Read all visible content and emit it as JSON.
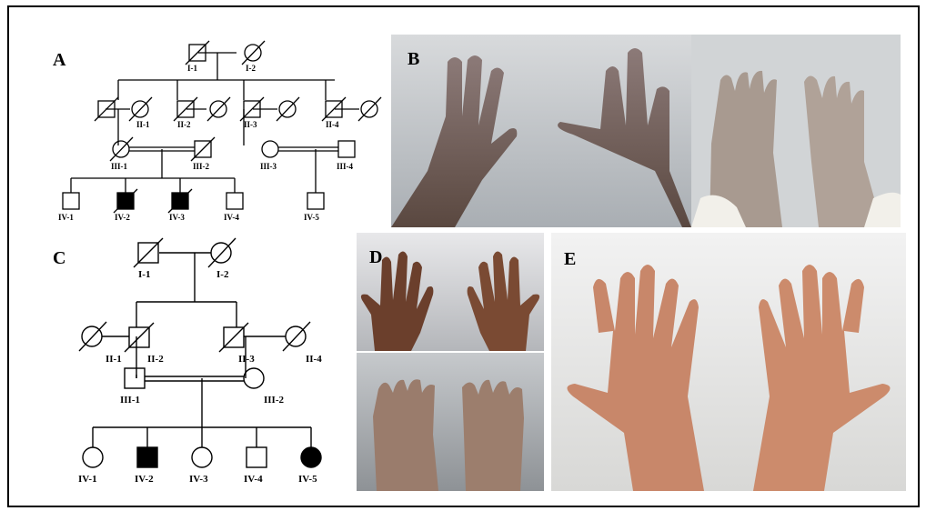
{
  "panels": {
    "a": "A",
    "b": "B",
    "c": "C",
    "d": "D",
    "e": "E"
  },
  "pedigree_a": {
    "I-1": "I-1",
    "I-2": "I-2",
    "II-1": "II-1",
    "II-2": "II-2",
    "II-3": "II-3",
    "II-4": "II-4",
    "III-1": "III-1",
    "III-2": "III-2",
    "III-3": "III-3",
    "III-4": "III-4",
    "IV-1": "IV-1",
    "IV-2": "IV-2",
    "IV-3": "IV-3",
    "IV-4": "IV-4",
    "IV-5": "IV-5"
  },
  "pedigree_c": {
    "I-1": "I-1",
    "I-2": "I-2",
    "II-1": "II-1",
    "II-2": "II-2",
    "II-3": "II-3",
    "II-4": "II-4",
    "III-1": "III-1",
    "III-2": "III-2",
    "IV-1": "IV-1",
    "IV-2": "IV-2",
    "IV-3": "IV-3",
    "IV-4": "IV-4",
    "IV-5": "IV-5"
  },
  "colors": {
    "line": "#000000",
    "affected": "#000000",
    "background": "#ffffff",
    "photo_backdrop": "#c9ced4",
    "skin_dark": "#6b4a3a",
    "skin_medium": "#b07a5e",
    "skin_light": "#d9a586"
  }
}
